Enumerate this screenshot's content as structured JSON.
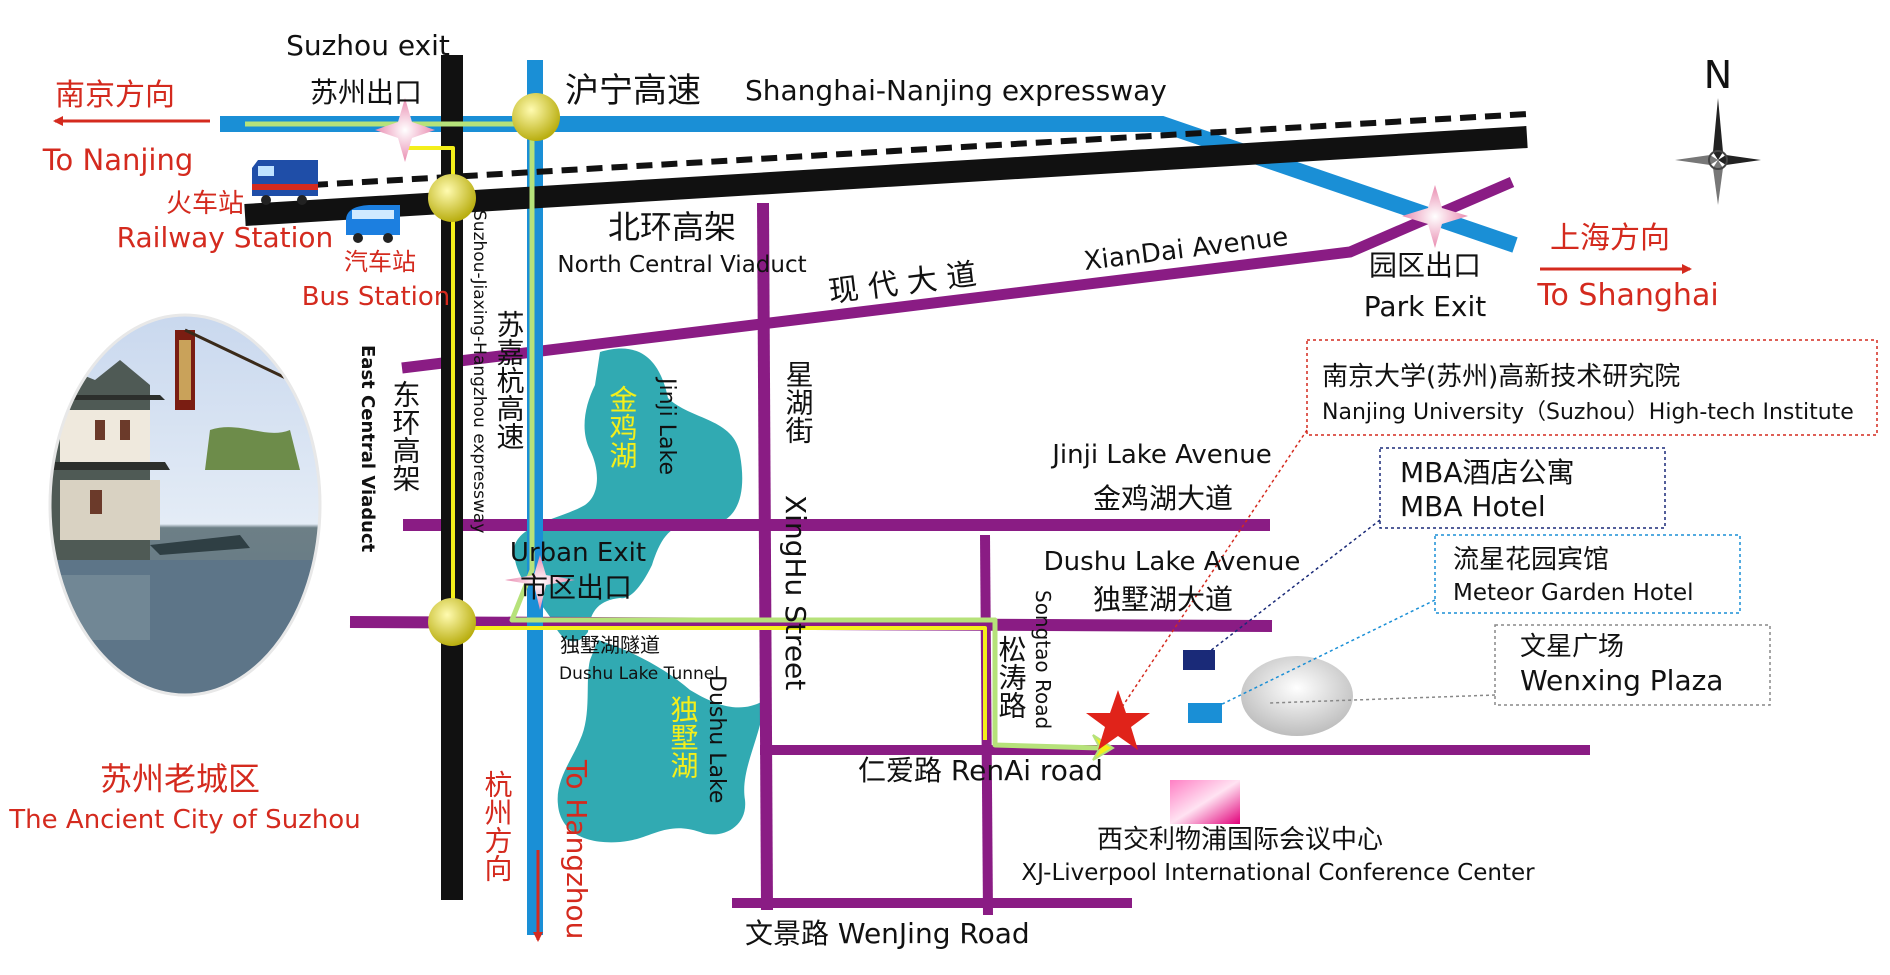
{
  "colors": {
    "expressway": "#1a8fd6",
    "railway": "#111111",
    "avenue": "#8a1c84",
    "route_yellow": "#f4ef1a",
    "route_green": "#b6e27a",
    "lake": "#31aab2",
    "label_red": "#d42a1e",
    "label_black": "#111111",
    "interchange": "#d9cf2a",
    "exit_star": "#f2a7c4"
  },
  "directions": {
    "nanjing_cn": "南京方向",
    "nanjing_en": "To Nanjing",
    "shanghai_cn": "上海方向",
    "shanghai_en": "To Shanghai",
    "hangzhou_cn": "杭州方向",
    "hangzhou_en": "To Hangzhou"
  },
  "compass": {
    "letter": "N"
  },
  "exits": {
    "suzhou_en": "Suzhou exit",
    "suzhou_cn": "苏州出口",
    "park_cn": "园区出口",
    "park_en": "Park Exit",
    "urban_en": "Urban Exit",
    "urban_cn": "市区出口"
  },
  "stations": {
    "railway_cn": "火车站",
    "railway_en": "Railway Station",
    "bus_cn": "汽车站",
    "bus_en": "Bus Station"
  },
  "roads": {
    "huning_cn": "沪宁高速",
    "huning_en": "Shanghai-Nanjing expressway",
    "north_viaduct_cn": "北环高架",
    "north_viaduct_en": "North Central Viaduct",
    "xiandai_cn": "现 代 大 道",
    "xiandai_en": "XianDai Avenue",
    "sujiahang_en": "Suzhou-Jiaxing-Hangzhou expressway",
    "sujiahang_cn": "苏嘉杭高速",
    "east_viaduct_en": "East Central Viaduct",
    "east_viaduct_cn": "东环高架",
    "xinghu_cn": "星湖街",
    "xinghu_en": "XingHu Street",
    "jinji_ave_en": "Jinji Lake Avenue",
    "jinji_ave_cn": "金鸡湖大道",
    "dushu_ave_en": "Dushu Lake Avenue",
    "dushu_ave_cn": "独墅湖大道",
    "songtao_en": "Songtao Road",
    "songtao_cn": "松涛路",
    "tunnel_cn": "独墅湖隧道",
    "tunnel_en": "Dushu Lake Tunnel",
    "renai": "仁爱路 RenAi road",
    "wenjing": "文景路 WenJing Road"
  },
  "lakes": {
    "jinji_cn": "金鸡湖",
    "jinji_en": "Jinji Lake",
    "dushu_cn": "独墅湖",
    "dushu_en": "Dushu Lake"
  },
  "ancient_city": {
    "cn": "苏州老城区",
    "en": "The Ancient City of Suzhou"
  },
  "landmarks": {
    "nju_cn": "南京大学(苏州)高新技术研究院",
    "nju_en": "Nanjing University（Suzhou）High-tech Institute",
    "mba_cn": "MBA酒店公寓",
    "mba_en": "MBA  Hotel",
    "meteor_cn": "流星花园宾馆",
    "meteor_en": "Meteor Garden Hotel",
    "wenxing_cn": "文星广场",
    "wenxing_en": "Wenxing Plaza",
    "xjl_cn": "西交利物浦国际会议中心",
    "xjl_en": "XJ-Liverpool International Conference Center"
  }
}
